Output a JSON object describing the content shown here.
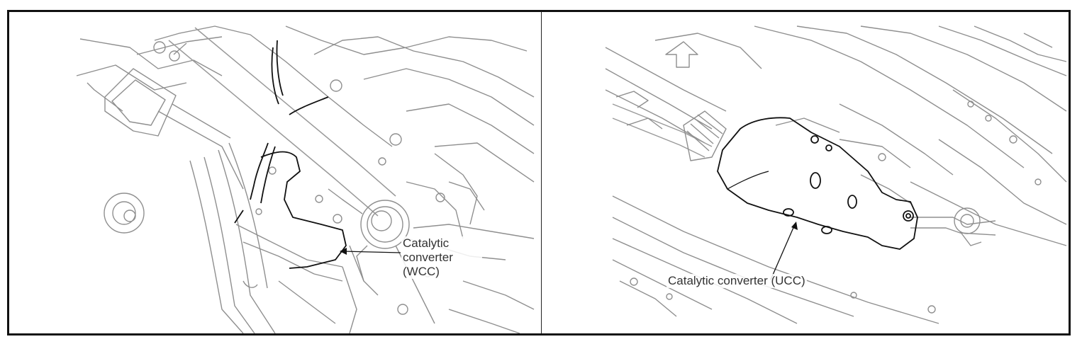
{
  "figure": {
    "panels": [
      {
        "id": "wcc",
        "callout": {
          "line1": "Catalytic",
          "line2": "converter",
          "line3": "(WCC)"
        }
      },
      {
        "id": "ucc",
        "callout": {
          "text": "Catalytic converter (UCC)"
        }
      }
    ]
  },
  "colors": {
    "line": "#8a8a8a",
    "highlight": "#111111",
    "frame": "#111111"
  }
}
